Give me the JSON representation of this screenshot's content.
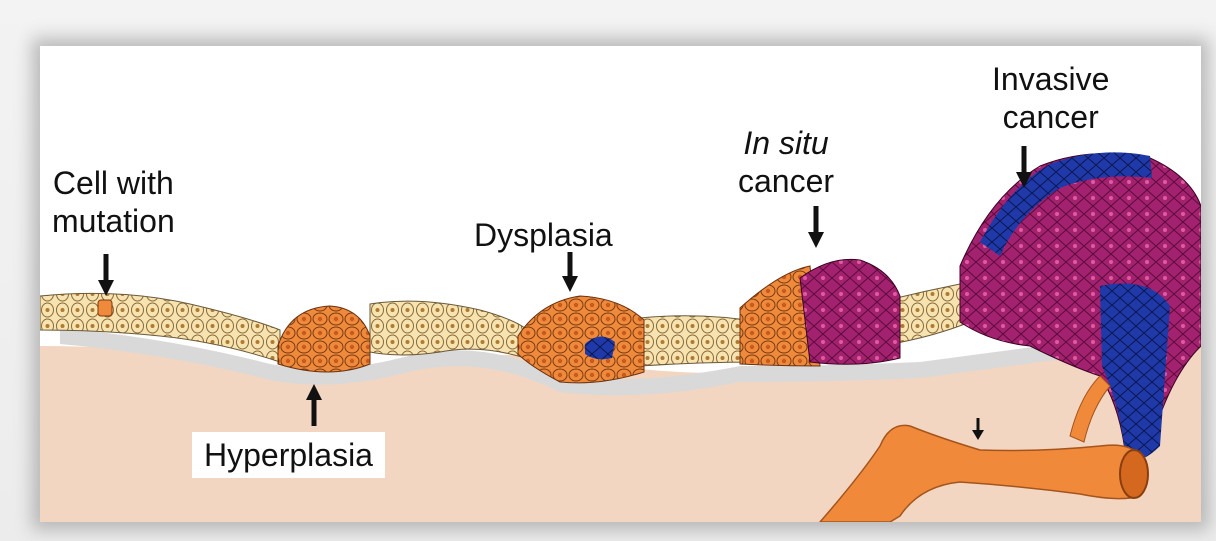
{
  "labels": {
    "cell_with_mutation": {
      "line1": "Cell with",
      "line2": "mutation"
    },
    "hyperplasia": "Hyperplasia",
    "dysplasia": "Dysplasia",
    "in_situ_cancer": {
      "line1": "In situ",
      "line2": "cancer"
    },
    "invasive_cancer": {
      "line1": "Invasive",
      "line2": "cancer"
    }
  },
  "colors": {
    "tissue": "#f2d6c2",
    "membrane": "#d9d9d9",
    "normal_cell": "#f6e3b0",
    "hyperplastic_cell": "#ef8a3c",
    "cancer_cell": "#a3226f",
    "invasive_cell": "#1f3aa8",
    "vessel": "#f08a3a"
  }
}
